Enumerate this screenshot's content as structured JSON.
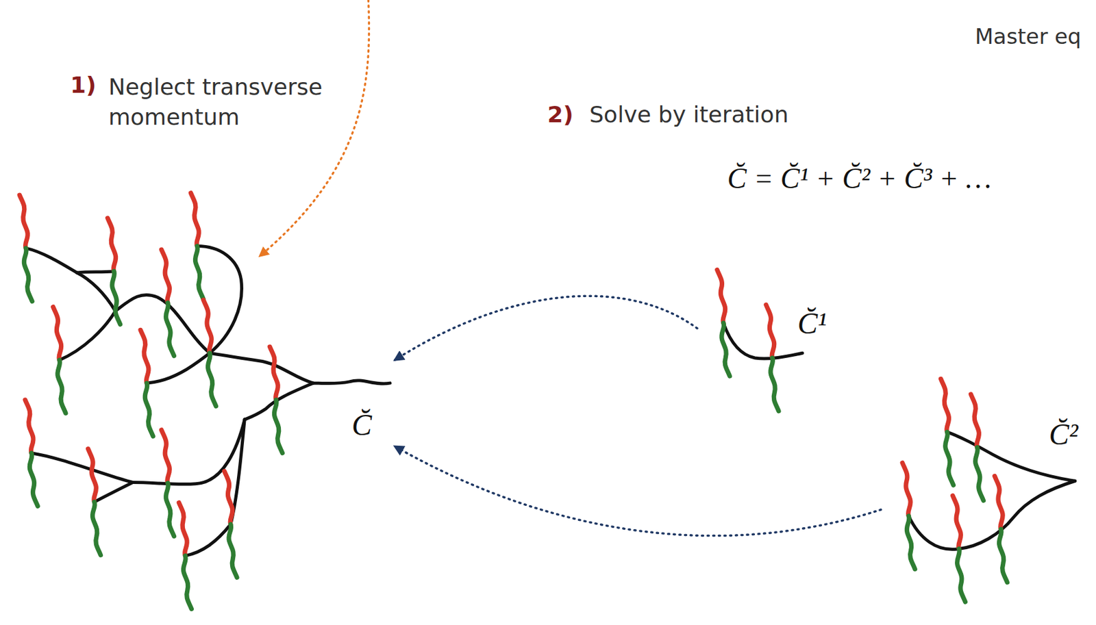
{
  "diagram": {
    "nodes": [
      {
        "text": [
          "C̆"
        ]
      },
      {
        "text": [
          "C̆¹"
        ]
      },
      {
        "text": [
          "C̆²"
        ]
      }
    ],
    "edges": [
      {
        "from": 1,
        "to": 0,
        "arrow": "to"
      },
      {
        "from": 2,
        "to": 0,
        "arrow": "to"
      }
    ],
    "labels": [
      "1)",
      "Neglect transverse momentum",
      "2)",
      "Solve by iteration",
      "C̆ = C̆¹ + C̆² + C̆³ + …",
      "Master eq"
    ]
  }
}
